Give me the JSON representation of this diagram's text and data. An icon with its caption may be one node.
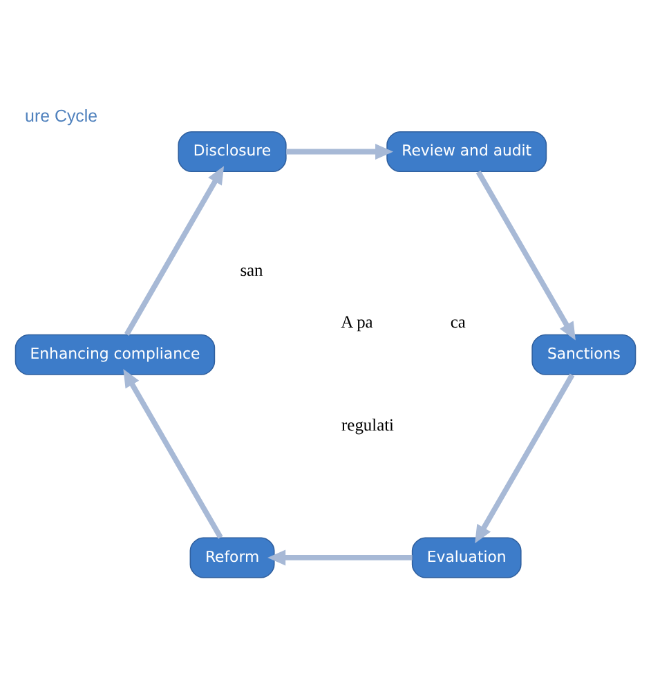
{
  "diagram": {
    "title": "ure Cycle",
    "nodes": [
      {
        "text": [
          "Evaluation"
        ]
      },
      {
        "text": [
          "Reform"
        ]
      },
      {
        "text": [
          "Enhancing compliance"
        ]
      },
      {
        "text": [
          "Disclosure"
        ]
      },
      {
        "text": [
          "Review and audit"
        ]
      },
      {
        "text": [
          "Sanctions"
        ]
      }
    ],
    "edges": [
      {
        "from": 0,
        "to": 1,
        "arrow": "to"
      },
      {
        "from": 1,
        "to": 2,
        "arrow": "to"
      },
      {
        "from": 2,
        "to": 3,
        "arrow": "to"
      },
      {
        "from": 3,
        "to": 4,
        "arrow": "to"
      },
      {
        "from": 4,
        "to": 5,
        "arrow": "to"
      },
      {
        "from": 5,
        "to": 0,
        "arrow": "to"
      }
    ],
    "labels": [
      "A pa",
      "ca",
      "san",
      "regulati"
    ]
  }
}
